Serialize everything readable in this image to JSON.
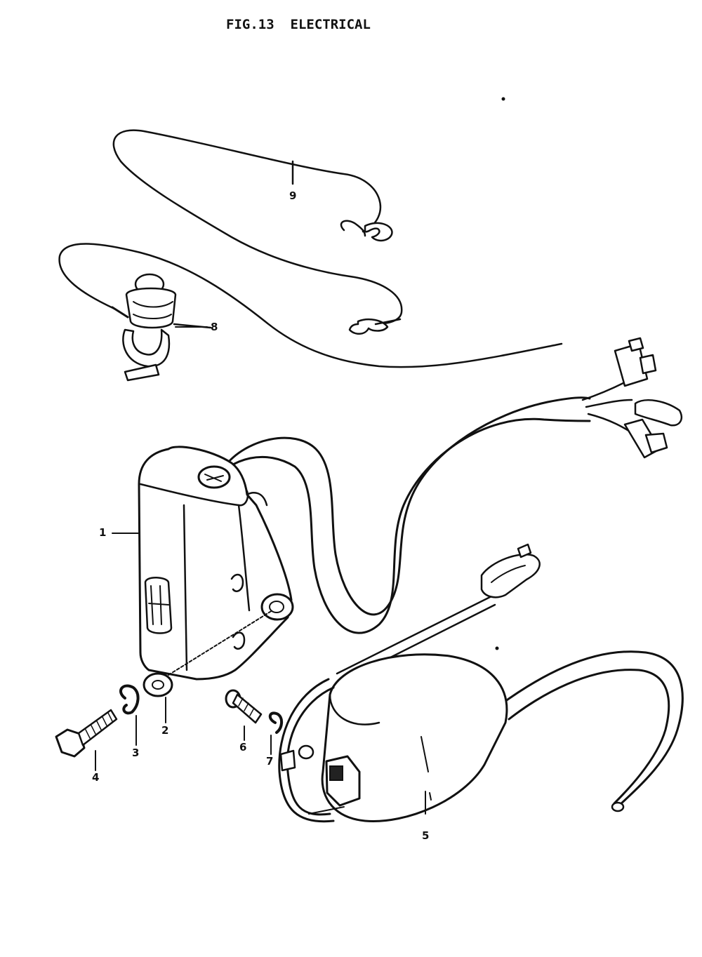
{
  "title": "FIG.13  ELECTRICAL",
  "callouts": [
    "1",
    "2",
    "3",
    "4",
    "5",
    "6",
    "7",
    "8",
    "9"
  ]
}
